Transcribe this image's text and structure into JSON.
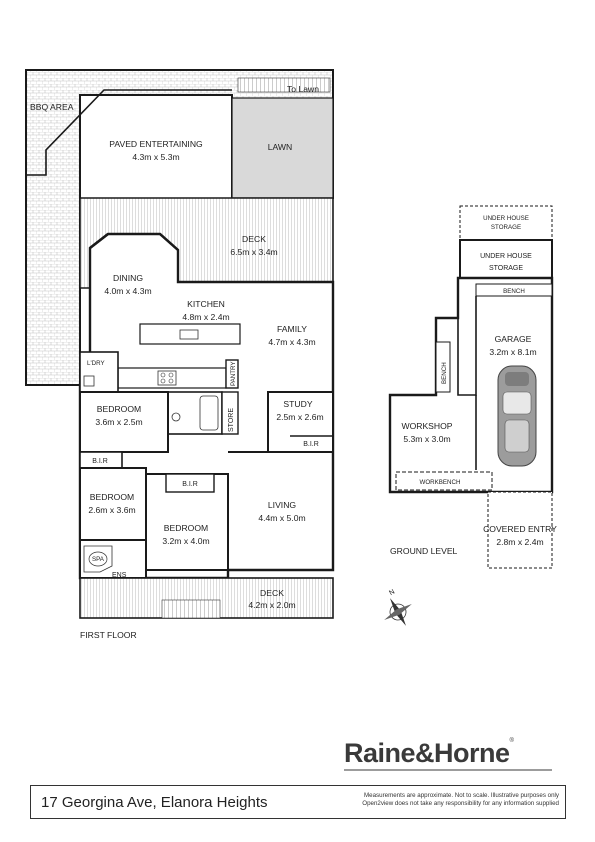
{
  "first_floor": {
    "title": "FIRST FLOOR",
    "bbq_area": "BBQ AREA",
    "to_lawn": "To Lawn",
    "paved_entertaining": {
      "name": "PAVED ENTERTAINING",
      "size": "4.3m x 5.3m"
    },
    "lawn": "LAWN",
    "deck_top": {
      "name": "DECK",
      "size": "6.5m x 3.4m"
    },
    "dining": {
      "name": "DINING",
      "size": "4.0m x 4.3m"
    },
    "kitchen": {
      "name": "KITCHEN",
      "size": "4.8m x 2.4m"
    },
    "family": {
      "name": "FAMILY",
      "size": "4.7m x 4.3m"
    },
    "laundry": "L'DRY",
    "pantry": "PANTRY",
    "store": "STORE",
    "study": {
      "name": "STUDY",
      "size": "2.5m x 2.6m",
      "bir": "B.I.R"
    },
    "bedroom1": {
      "name": "BEDROOM",
      "size": "3.6m x 2.5m"
    },
    "bir1": "B.I.R",
    "bedroom2": {
      "name": "BEDROOM",
      "size": "2.6m x 3.6m"
    },
    "bedroom3": {
      "name": "BEDROOM",
      "size": "3.2m x 4.0m",
      "bir": "B.I.R"
    },
    "living": {
      "name": "LIVING",
      "size": "4.4m x 5.0m"
    },
    "spa": "SPA",
    "ensuite": "ENS",
    "deck_bottom": {
      "name": "DECK",
      "size": "4.2m x 2.0m"
    }
  },
  "ground_level": {
    "title": "GROUND LEVEL",
    "under_house_storage_1": [
      "UNDER HOUSE",
      "STORAGE"
    ],
    "under_house_storage_2": [
      "UNDER HOUSE",
      "STORAGE"
    ],
    "bench": "BENCH",
    "bench_side": "BENCH",
    "garage": {
      "name": "GARAGE",
      "size": "3.2m x 8.1m"
    },
    "workshop": {
      "name": "WORKSHOP",
      "size": "5.3m x 3.0m"
    },
    "workbench": "WORKBENCH",
    "covered_entry": {
      "name": "COVERED ENTRY",
      "size": "2.8m x 2.4m"
    }
  },
  "compass": {
    "label": "N"
  },
  "brand": {
    "name": "Raine&Horne",
    "mark": "®"
  },
  "footer": {
    "address": "17 Georgina Ave, Elanora Heights",
    "disclaimer_1": "Measurements are approximate. Not to scale. Illustrative purposes only",
    "disclaimer_2": "Open2view does not take any responsibility for any information supplied"
  },
  "colors": {
    "wall": "#1a1a1a",
    "hatch": "#9a9a9a",
    "lawn": "#d9d9d9",
    "text": "#222222"
  }
}
